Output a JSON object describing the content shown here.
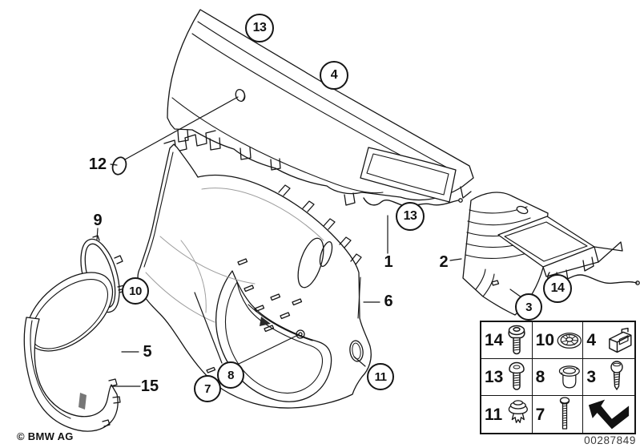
{
  "page": {
    "copyright": "© BMW AG",
    "document_number": "00287849"
  },
  "diagram": {
    "description": "Exploded parts diagram of rear side trim panel with fastener legend",
    "callouts": [
      {
        "label": "13",
        "shape": "circle"
      },
      {
        "label": "4",
        "shape": "circle"
      },
      {
        "label": "12",
        "shape": "plain"
      },
      {
        "label": "9",
        "shape": "plain"
      },
      {
        "label": "10",
        "shape": "circle"
      },
      {
        "label": "5",
        "shape": "plain"
      },
      {
        "label": "15",
        "shape": "plain"
      },
      {
        "label": "7",
        "shape": "circle"
      },
      {
        "label": "8",
        "shape": "circle"
      },
      {
        "label": "6",
        "shape": "plain"
      },
      {
        "label": "11",
        "shape": "circle"
      },
      {
        "label": "1",
        "shape": "plain"
      },
      {
        "label": "2",
        "shape": "plain"
      },
      {
        "label": "13",
        "shape": "circle"
      },
      {
        "label": "14",
        "shape": "circle"
      },
      {
        "label": "3",
        "shape": "circle"
      }
    ]
  },
  "legend": {
    "cells": [
      {
        "label": "14",
        "icon": "flange-head-screw"
      },
      {
        "label": "10",
        "icon": "star-lock-washer"
      },
      {
        "label": "4",
        "icon": "retaining-clip"
      },
      {
        "label": "13",
        "icon": "button-head-screw"
      },
      {
        "label": "8",
        "icon": "expanding-grommet"
      },
      {
        "label": "3",
        "icon": "pan-head-screw"
      },
      {
        "label": "11",
        "icon": "expanding-rivet"
      },
      {
        "label": "7",
        "icon": "long-screw"
      },
      {
        "label": "",
        "icon": "direction-arrow"
      }
    ]
  }
}
